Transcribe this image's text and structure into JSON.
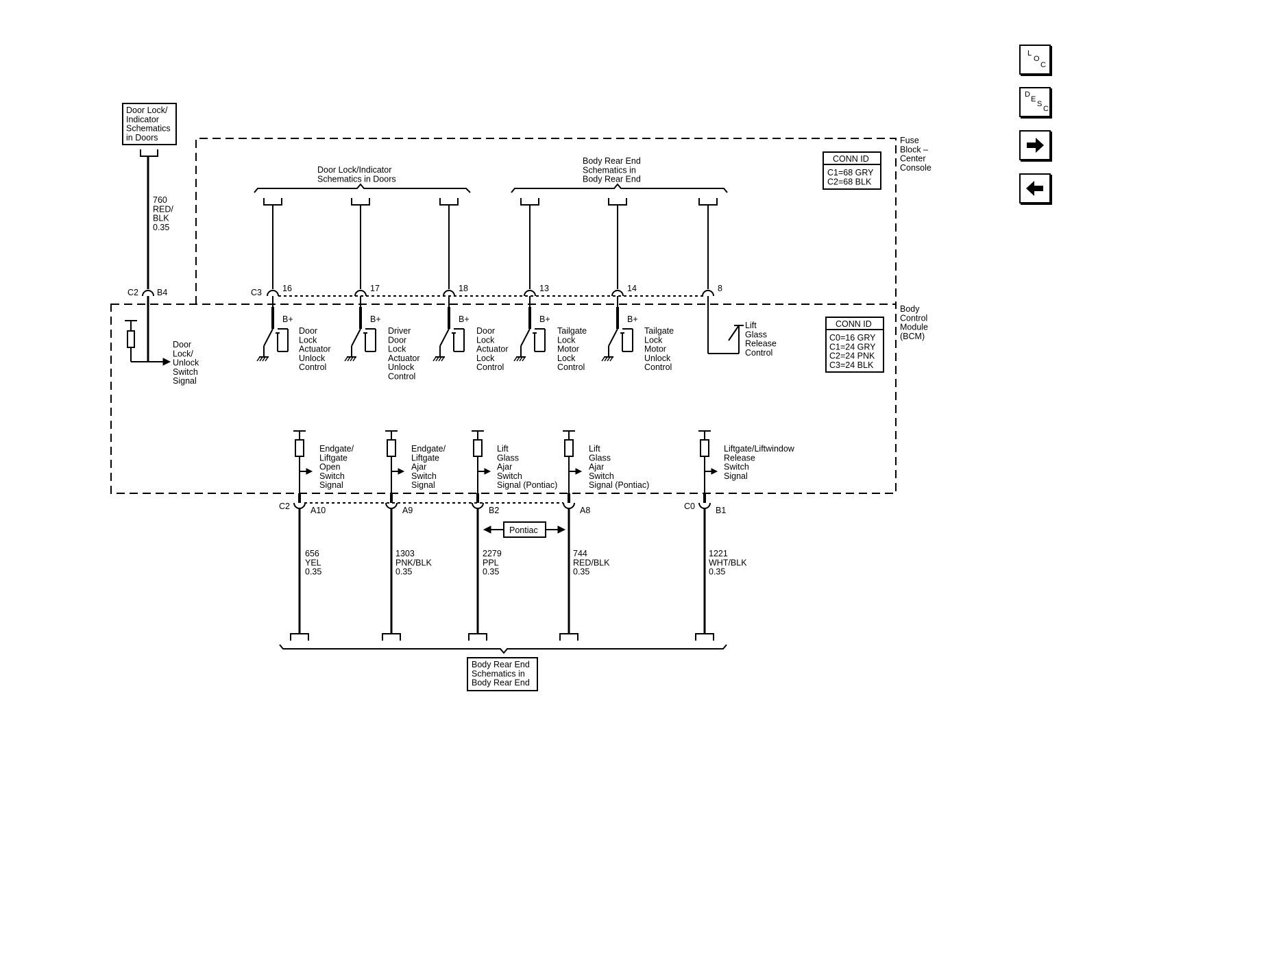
{
  "nav": {
    "loc": {
      "l1": "L",
      "l2": "O",
      "l3": "C"
    },
    "desc": {
      "l1": "D",
      "l2": "E",
      "l3": "S",
      "l4": "C"
    },
    "next_icon": "arrow-right-icon",
    "prev_icon": "arrow-left-icon"
  },
  "top_ref_box": [
    "Door Lock/",
    "Indicator",
    "Schematics",
    "in Doors"
  ],
  "left_wire": [
    "760",
    "RED/",
    "BLK",
    "0.35"
  ],
  "fuse_block_label": [
    "Fuse",
    "Block –",
    "Center",
    "Console"
  ],
  "bcm_label": [
    "Body",
    "Control",
    "Module",
    "(BCM)"
  ],
  "conn_fuse": {
    "title": "CONN ID",
    "lines": [
      "C1=68 GRY",
      "C2=68 BLK"
    ]
  },
  "conn_bcm": {
    "title": "CONN ID",
    "lines": [
      "C0=16 GRY",
      "C1=24 GRY",
      "C2=24 PNK",
      "C3=24 BLK"
    ]
  },
  "bracket_door": [
    "Door Lock/Indicator",
    "Schematics in Doors"
  ],
  "bracket_rear": [
    "Body Rear End",
    "Schematics in",
    "Body Rear End"
  ],
  "top_connectors": {
    "left_c": "C2",
    "left_pin": "B4",
    "c3": "C3",
    "pins": [
      "16",
      "17",
      "18",
      "13",
      "14",
      "8"
    ]
  },
  "bplus": "B+",
  "left_signal": [
    "Door",
    "Lock/",
    "Unlock",
    "Switch",
    "Signal"
  ],
  "controls": [
    [
      "Door",
      "Lock",
      "Actuator",
      "Unlock",
      "Control"
    ],
    [
      "Driver",
      "Door",
      "Lock",
      "Actuator",
      "Unlock",
      "Control"
    ],
    [
      "Door",
      "Lock",
      "Actuator",
      "Lock",
      "Control"
    ],
    [
      "Tailgate",
      "Lock",
      "Motor",
      "Lock",
      "Control"
    ],
    [
      "Tailgate",
      "Lock",
      "Motor",
      "Unlock",
      "Control"
    ],
    [
      "Lift",
      "Glass",
      "Release",
      "Control"
    ]
  ],
  "bottom_signals": [
    [
      "Endgate/",
      "Liftgate",
      "Open",
      "Switch",
      "Signal"
    ],
    [
      "Endgate/",
      "Liftgate",
      "Ajar",
      "Switch",
      "Signal"
    ],
    [
      "Lift",
      "Glass",
      "Ajar",
      "Switch",
      "Signal (Pontiac)"
    ],
    [
      "Lift",
      "Glass",
      "Ajar",
      "Switch",
      "Signal (Pontiac)"
    ],
    [
      "Liftgate/Liftwindow",
      "Release",
      "Switch",
      "Signal"
    ]
  ],
  "bottom_connectors": {
    "c2": "C2",
    "c0": "C0",
    "pins": [
      "A10",
      "A9",
      "B2",
      "A8",
      "B1"
    ]
  },
  "pontiac": "Pontiac",
  "bottom_wires": [
    [
      "656",
      "YEL",
      "0.35"
    ],
    [
      "1303",
      "PNK/BLK",
      "0.35"
    ],
    [
      "2279",
      "PPL",
      "0.35"
    ],
    [
      "744",
      "RED/BLK",
      "0.35"
    ],
    [
      "1221",
      "WHT/BLK",
      "0.35"
    ]
  ],
  "bottom_ref_box": [
    "Body Rear End",
    "Schematics in",
    "Body Rear End"
  ]
}
